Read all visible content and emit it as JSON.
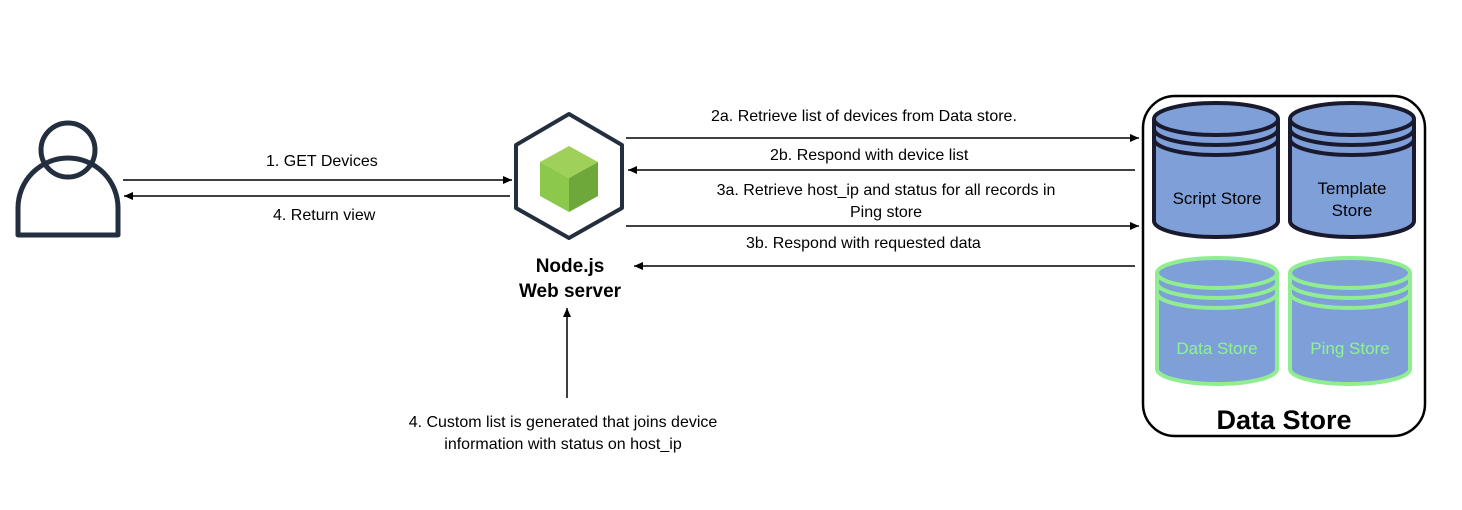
{
  "actors": {
    "user": {
      "icon": "user-icon"
    },
    "server": {
      "icon": "nodejs-cube-icon",
      "line1": "Node.js",
      "line2": "Web server"
    }
  },
  "arrows": {
    "get_devices": "1. GET Devices",
    "return_view": "4. Return view",
    "retrieve_devices": "2a. Retrieve list of devices from Data store.",
    "respond_devices": "2b. Respond with device list",
    "retrieve_ping_line1": "3a. Retrieve host_ip and status for all records in",
    "retrieve_ping_line2": "Ping store",
    "respond_data": "3b. Respond with requested data",
    "custom_list_line1": "4. Custom list is generated that joins device",
    "custom_list_line2": "information with status on host_ip"
  },
  "data_store": {
    "title": "Data Store",
    "cylinders": [
      {
        "line1": "Script Store",
        "line2": "",
        "highlight": false
      },
      {
        "line1": "Template",
        "line2": "Store",
        "highlight": false
      },
      {
        "line1": "Data Store",
        "line2": "",
        "highlight": true
      },
      {
        "line1": "Ping Store",
        "line2": "",
        "highlight": true
      }
    ]
  },
  "colors": {
    "cylinder_fill": "#7f9fd9",
    "cylinder_stroke": "#1a1a2e",
    "highlight_stroke": "#90ee90",
    "highlight_text": "#8ef58e",
    "cube_green": "#8cc84b",
    "user_icon": "#232f3e"
  }
}
